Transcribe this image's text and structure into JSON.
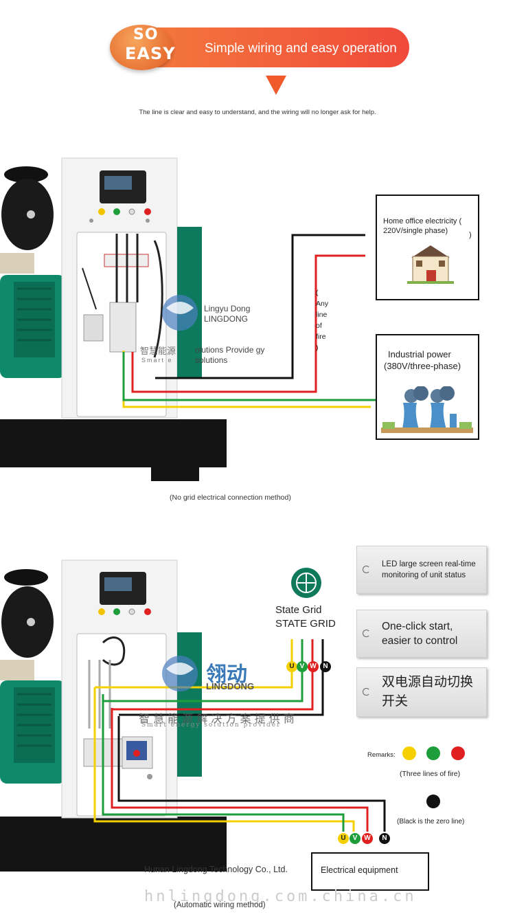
{
  "banner": {
    "so": "SO",
    "easy": "EASY",
    "text": "Simple wiring and easy operation"
  },
  "subline": "The line is clear and easy to understand, and the wiring will no longer ask for help.",
  "section1": {
    "home_box": {
      "label": "Home office electricity ( 220V/single phase)",
      "close_paren": ")"
    },
    "fire_note": [
      "(",
      "Any",
      "line",
      "of",
      "fire",
      ")"
    ],
    "industrial_box": {
      "label": "Industrial power",
      "sub": "380V/three-phase"
    },
    "logo_text": {
      "line1": "Lingyu Dong",
      "line2": "LINGDONG"
    },
    "solutions": {
      "line1": "olutions Provide gy",
      "line2": "solutions",
      "cn": "智慧能源",
      "en": "Smart e"
    },
    "caption": "(No grid electrical connection method)"
  },
  "section2": {
    "state_grid": {
      "line1": "State Grid",
      "line2": "STATE GRID"
    },
    "features": [
      {
        "text": "LED large screen real-time monitoring of unit status"
      },
      {
        "text": "One-click start, easier to control"
      },
      {
        "text": "双电源自动切换开关"
      }
    ],
    "remarks_label": "Remarks:",
    "fire_caption": "(Three lines of fire)",
    "zero_caption": "(Black is the zero line)",
    "terminals": [
      "U",
      "V",
      "W",
      "N"
    ],
    "logo_cn": "翎动",
    "logo_en": "LINGDONG",
    "slogan_cn": "智 慧 能 源 解 决 方 案 提 供 商",
    "slogan_en": "Smart energy solution provider",
    "company": "Hunan Lingdong Technology Co., Ltd.",
    "equipment": "Electrical equipment",
    "watermark": "hnlingdong.com.china.cn",
    "caption": "(Automatic wiring method)"
  },
  "colors": {
    "orange": "#f15a2a",
    "yellow": "#f5d000",
    "green": "#1e9e3a",
    "red": "#e02020",
    "black": "#111111",
    "teal": "#1a8a6a"
  }
}
